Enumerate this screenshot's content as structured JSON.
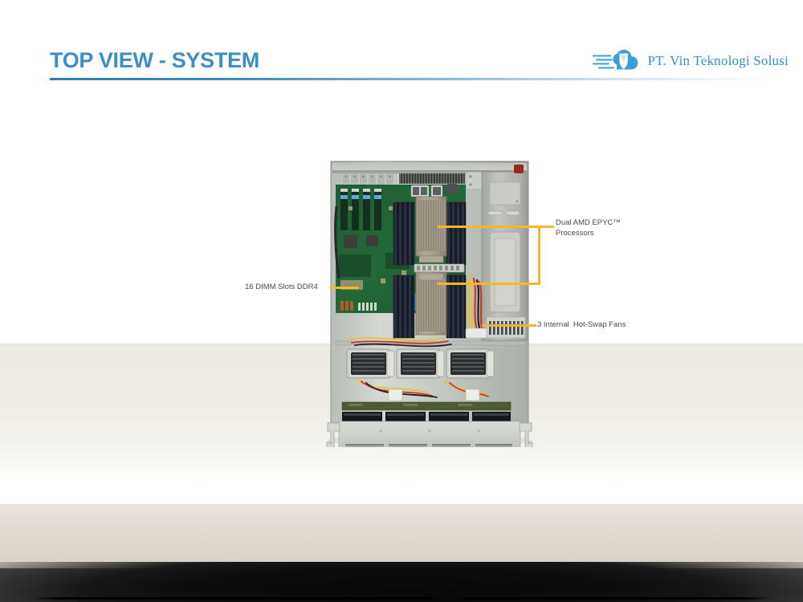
{
  "slide": {
    "title": "TOP VIEW - SYSTEM",
    "title_color": "#3b8ec6",
    "rule_color": "#2e7db4",
    "background_color": "#ffffff"
  },
  "logo": {
    "text": "PT. Vin Teknologi Solusi",
    "icon": "cloud-speed-icon",
    "color": "#3b9ed4"
  },
  "diagram": {
    "name": "server-top-view-photo",
    "alt": "Top view of a 2U rackmount server chassis with the cover removed",
    "accent_color": "#f2b827",
    "callouts": [
      {
        "id": "processors",
        "label": "Dual AMD EPYC™\nProcessors",
        "line1": "Dual AMD EPYC™",
        "line2": "Processors",
        "leader": "bracket-right"
      },
      {
        "id": "memory",
        "label": "16 DIMM Slots DDR4",
        "leader": "line-left"
      },
      {
        "id": "fans",
        "label": "3 Internal  Hot-Swap Fans",
        "leader": "line-right"
      }
    ]
  }
}
